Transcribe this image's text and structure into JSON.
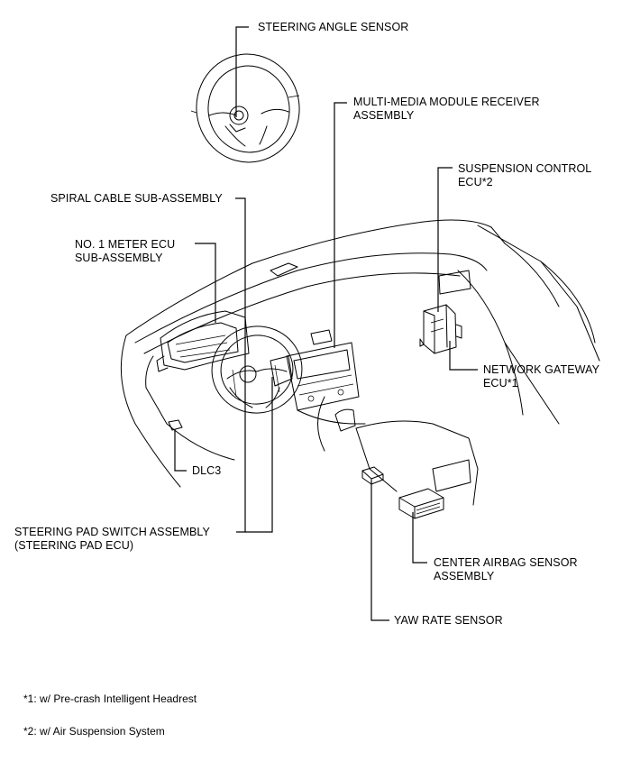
{
  "labels": {
    "steering_angle_sensor": "STEERING ANGLE SENSOR",
    "multi_media_module": "MULTI-MEDIA MODULE RECEIVER\nASSEMBLY",
    "suspension_control_ecu": "SUSPENSION CONTROL\nECU*2",
    "spiral_cable": "SPIRAL CABLE SUB-ASSEMBLY",
    "meter_ecu": "NO. 1 METER ECU\nSUB-ASSEMBLY",
    "network_gateway": "NETWORK GATEWAY\nECU*1",
    "dlc3": "DLC3",
    "steering_pad_switch": "STEERING PAD SWITCH ASSEMBLY\n(STEERING PAD ECU)",
    "center_airbag": "CENTER AIRBAG SENSOR\nASSEMBLY",
    "yaw_rate_sensor": "YAW RATE SENSOR"
  },
  "notes": {
    "note1": "*1: w/ Pre-crash Intelligent Headrest",
    "note2": "*2: w/ Air Suspension System"
  }
}
